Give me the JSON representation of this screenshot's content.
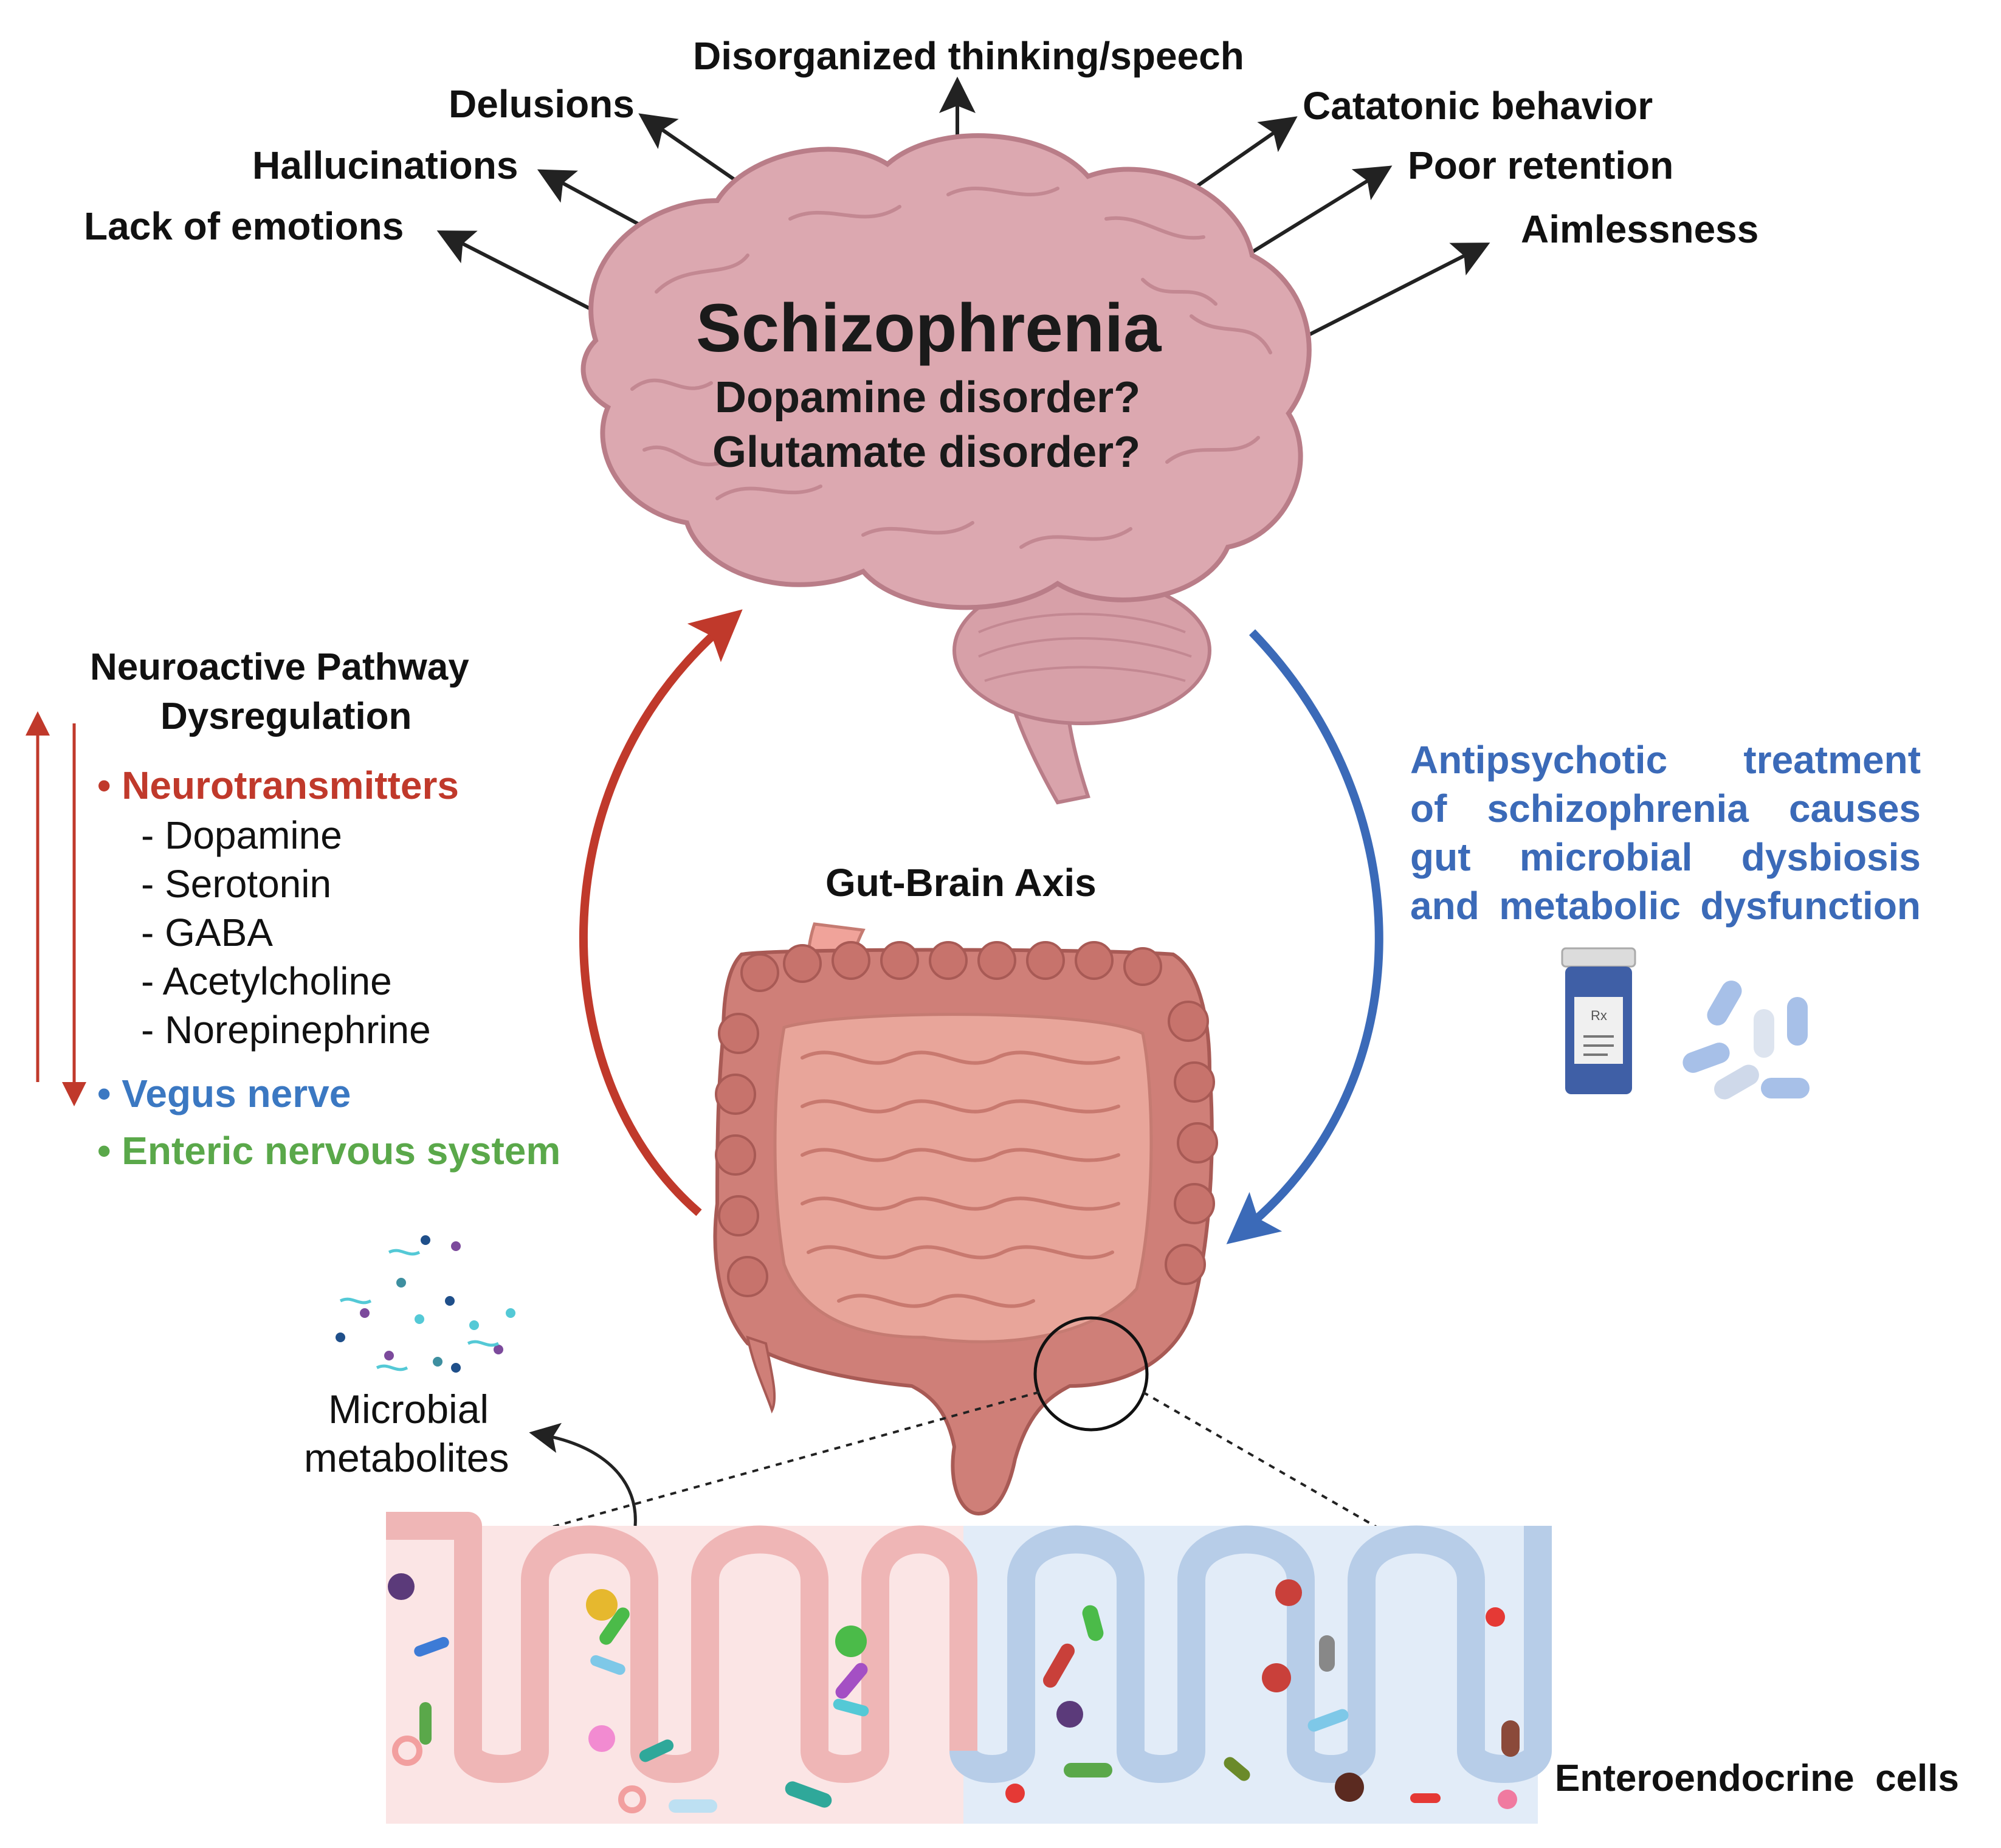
{
  "symptoms_left": [
    "Delusions",
    "Hallucinations",
    "Lack of emotions"
  ],
  "symptom_top": "Disorganized thinking/speech",
  "symptoms_right": [
    "Catatonic behavior",
    "Poor retention",
    "Aimlessness"
  ],
  "brain": {
    "title": "Schizophrenia",
    "line1": "Dopamine disorder?",
    "line2": "Glutamate disorder?"
  },
  "pathway": {
    "header_line1": "Neuroactive Pathway",
    "header_line2": "Dysregulation",
    "neurotransmitters_label": "• Neurotransmitters",
    "neurotransmitters": [
      "- Dopamine",
      "- Serotonin",
      "- GABA",
      "- Acetylcholine",
      "- Norepinephrine"
    ],
    "vagus_label": "• Vegus nerve",
    "enteric_label": "• Enteric nervous system"
  },
  "gut_brain_axis": "Gut-Brain Axis",
  "antipsychotic": {
    "lines": [
      "Antipsychotic treatment",
      "of schizophrenia causes",
      "gut microbial dysbiosis",
      "and metabolic dysfunction"
    ],
    "rx_label": "Rx"
  },
  "microbial_metabolites": {
    "line1": "Microbial",
    "line2": "metabolites"
  },
  "enteroendocrine": "Enteroendocrine  cells",
  "colors": {
    "red_arrow": "#c0392b",
    "blue_arrow": "#3b6ab8",
    "brain_fill": "#dca8b0",
    "brain_stroke": "#b97d88",
    "gut_fill": "#cf7f78",
    "intestine_fill": "#e8a59a",
    "villi_pink": "#f6d3d3",
    "villi_blue": "#cfe0f2",
    "green": "#5aa84a"
  }
}
